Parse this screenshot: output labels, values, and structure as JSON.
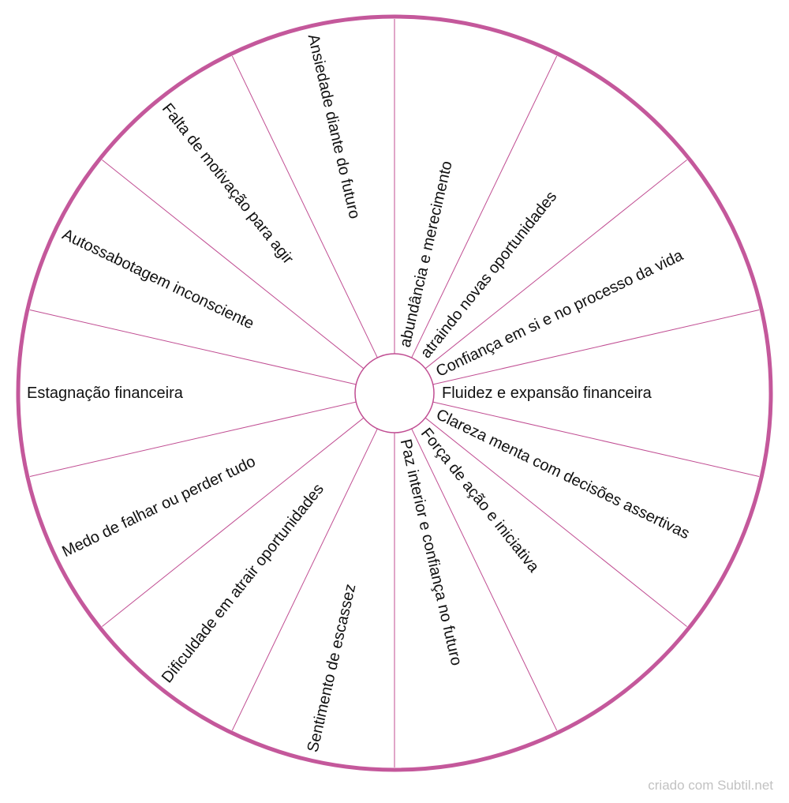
{
  "colors": {
    "rim": "#c4589b",
    "spoke": "#c04d92",
    "hub": "#c04d92",
    "text": "#111111"
  },
  "segments": [
    {
      "label": "abundância e merecimento"
    },
    {
      "label": "atraindo  novas oportunidades"
    },
    {
      "label": "Confiança em si e no processo da vida"
    },
    {
      "label": "Fluidez e expansão financeira"
    },
    {
      "label": "Clareza menta com decisões assertivas"
    },
    {
      "label": "Força de ação e iniciativa"
    },
    {
      "label": "Paz interior e confiança no futuro"
    },
    {
      "label": "Sentimento de escassez"
    },
    {
      "label": "Dificuldade em atrair oportunidades"
    },
    {
      "label": "Medo de falhar ou perder tudo"
    },
    {
      "label": "Estagnação financeira"
    },
    {
      "label": "Autossabotagem inconsciente"
    },
    {
      "label": "Falta de motivação para agir"
    },
    {
      "label": "Ansiedade diante do futuro"
    }
  ],
  "credit": "criado com Subtil.net"
}
